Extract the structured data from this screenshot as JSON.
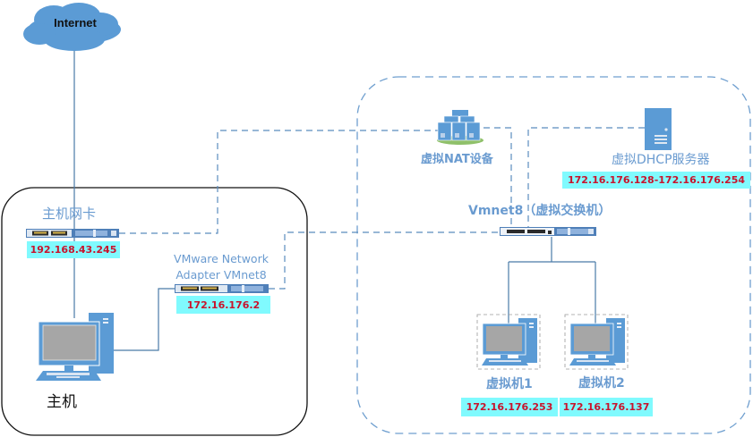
{
  "colors": {
    "accent_blue": "#5b9bd5",
    "line_blue": "#4a7aa8",
    "label_blue": "#6a9bd0",
    "ip_background": "#80fafe",
    "ip_text": "#c8142c",
    "host_border": "#000000"
  },
  "internet": {
    "label": "Internet",
    "icon": "cloud-icon"
  },
  "host": {
    "nic_label": "主机网卡",
    "nic_ip": "192.168.43.245",
    "adapter_label_line1": "VMware Network",
    "adapter_label_line2": "Adapter VMnet8",
    "adapter_ip": "172.16.176.2",
    "computer_label": "主机",
    "icons": [
      "network-card-icon",
      "desktop-computer-icon"
    ]
  },
  "virtual_network": {
    "nat_label": "虚拟NAT设备",
    "dhcp_label": "虚拟DHCP服务器",
    "dhcp_range": "172.16.176.128-172.16.176.254",
    "switch_label": "Vmnet8（虚拟交换机）",
    "vms": [
      {
        "label": "虚拟机1",
        "ip": "172.16.176.253"
      },
      {
        "label": "虚拟机2",
        "ip": "172.16.176.137"
      }
    ],
    "icons": [
      "nat-device-icon",
      "server-icon",
      "switch-icon",
      "virtual-machine-icon"
    ]
  }
}
